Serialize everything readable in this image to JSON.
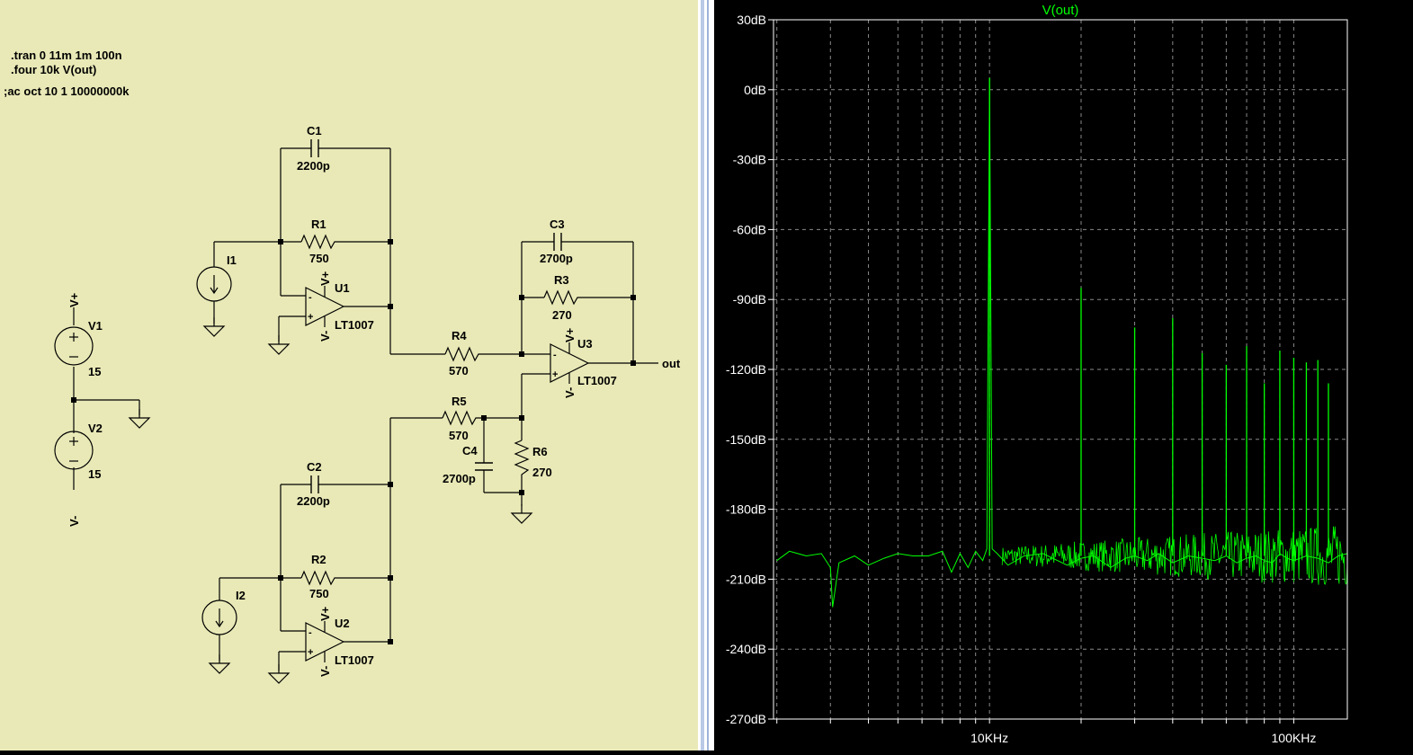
{
  "schematic": {
    "directives": [
      ".tran 0 11m 1m 100n",
      ".four 10k V(out)",
      ";ac oct 10 1 10000000k"
    ],
    "supply": {
      "v1_name": "V1",
      "v1_value": "15",
      "v2_name": "V2",
      "v2_value": "15",
      "vplus_label": "V+",
      "vminus_label": "V-"
    },
    "components": {
      "c1": {
        "name": "C1",
        "value": "2200p"
      },
      "r1": {
        "name": "R1",
        "value": "750"
      },
      "i1": {
        "name": "I1"
      },
      "u1": {
        "name": "U1",
        "model": "LT1007"
      },
      "c2": {
        "name": "C2",
        "value": "2200p"
      },
      "r2": {
        "name": "R2",
        "value": "750"
      },
      "i2": {
        "name": "I2"
      },
      "u2": {
        "name": "U2",
        "model": "LT1007"
      },
      "c3": {
        "name": "C3",
        "value": "2700p"
      },
      "r3": {
        "name": "R3",
        "value": "270"
      },
      "r4": {
        "name": "R4",
        "value": "570"
      },
      "r5": {
        "name": "R5",
        "value": "570"
      },
      "c4": {
        "name": "C4",
        "value": "2700p"
      },
      "r6": {
        "name": "R6",
        "value": "270"
      },
      "u3": {
        "name": "U3",
        "model": "LT1007"
      }
    },
    "opamp_pins": {
      "vplus": "V+",
      "vminus": "V-",
      "plus": "+",
      "minus": "-"
    },
    "net_out": "out"
  },
  "chart_data": {
    "type": "line",
    "title": "V(out)",
    "x_scale": "log",
    "x_range_hz": [
      1950,
      150000
    ],
    "x_ticks": [
      {
        "value": 10000,
        "label": "10KHz"
      },
      {
        "value": 100000,
        "label": "100KHz"
      }
    ],
    "ylim": [
      -270,
      30
    ],
    "y_ticks": [
      {
        "value": 30,
        "label": "30dB"
      },
      {
        "value": 0,
        "label": "0dB"
      },
      {
        "value": -30,
        "label": "-30dB"
      },
      {
        "value": -60,
        "label": "-60dB"
      },
      {
        "value": -90,
        "label": "-90dB"
      },
      {
        "value": -120,
        "label": "-120dB"
      },
      {
        "value": -150,
        "label": "-150dB"
      },
      {
        "value": -180,
        "label": "-180dB"
      },
      {
        "value": -210,
        "label": "-210dB"
      },
      {
        "value": -240,
        "label": "-240dB"
      },
      {
        "value": -270,
        "label": "-270dB"
      }
    ],
    "grid": true,
    "series": [
      {
        "color": "#00ff00",
        "noise_floor_db": -200,
        "x": [
          2000,
          2200,
          2500,
          2800,
          3000,
          3050,
          3200,
          3600,
          4000,
          4500,
          5000,
          5600,
          6300,
          7000,
          7500,
          8000,
          8500,
          9000,
          9500,
          9800,
          10000,
          10200,
          10600,
          11500,
          13000,
          15000,
          18000,
          20000,
          22000,
          25000,
          28000,
          30000,
          33000,
          36000,
          40000,
          45000,
          50000,
          55000,
          60000,
          65000,
          70000,
          75000,
          80000,
          85000,
          90000,
          95000,
          100000,
          110000,
          120000,
          130000,
          140000,
          150000
        ],
        "y": [
          -202,
          -198,
          -200,
          -199,
          -205,
          -222,
          -203,
          -200,
          -204,
          -201,
          -199,
          -200,
          -200,
          -198,
          -207,
          -199,
          -205,
          -198,
          -202,
          -197,
          5,
          -197,
          -199,
          -204,
          -200,
          -199,
          -204,
          -201,
          -200,
          -205,
          -201,
          -200,
          -202,
          -199,
          -203,
          -200,
          -201,
          -202,
          -200,
          -203,
          -201,
          -200,
          -202,
          -203,
          -199,
          -201,
          -202,
          -200,
          -201,
          -203,
          -200,
          -199
        ],
        "harmonics": [
          {
            "x": 10000,
            "y": 5
          },
          {
            "x": 20000,
            "y": -85
          },
          {
            "x": 30000,
            "y": -102
          },
          {
            "x": 40000,
            "y": -98
          },
          {
            "x": 50000,
            "y": -113
          },
          {
            "x": 60000,
            "y": -118
          },
          {
            "x": 70000,
            "y": -110
          },
          {
            "x": 80000,
            "y": -126
          },
          {
            "x": 90000,
            "y": -112
          },
          {
            "x": 100000,
            "y": -115
          },
          {
            "x": 110000,
            "y": -117
          },
          {
            "x": 120000,
            "y": -116
          },
          {
            "x": 130000,
            "y": -126
          }
        ]
      }
    ]
  }
}
